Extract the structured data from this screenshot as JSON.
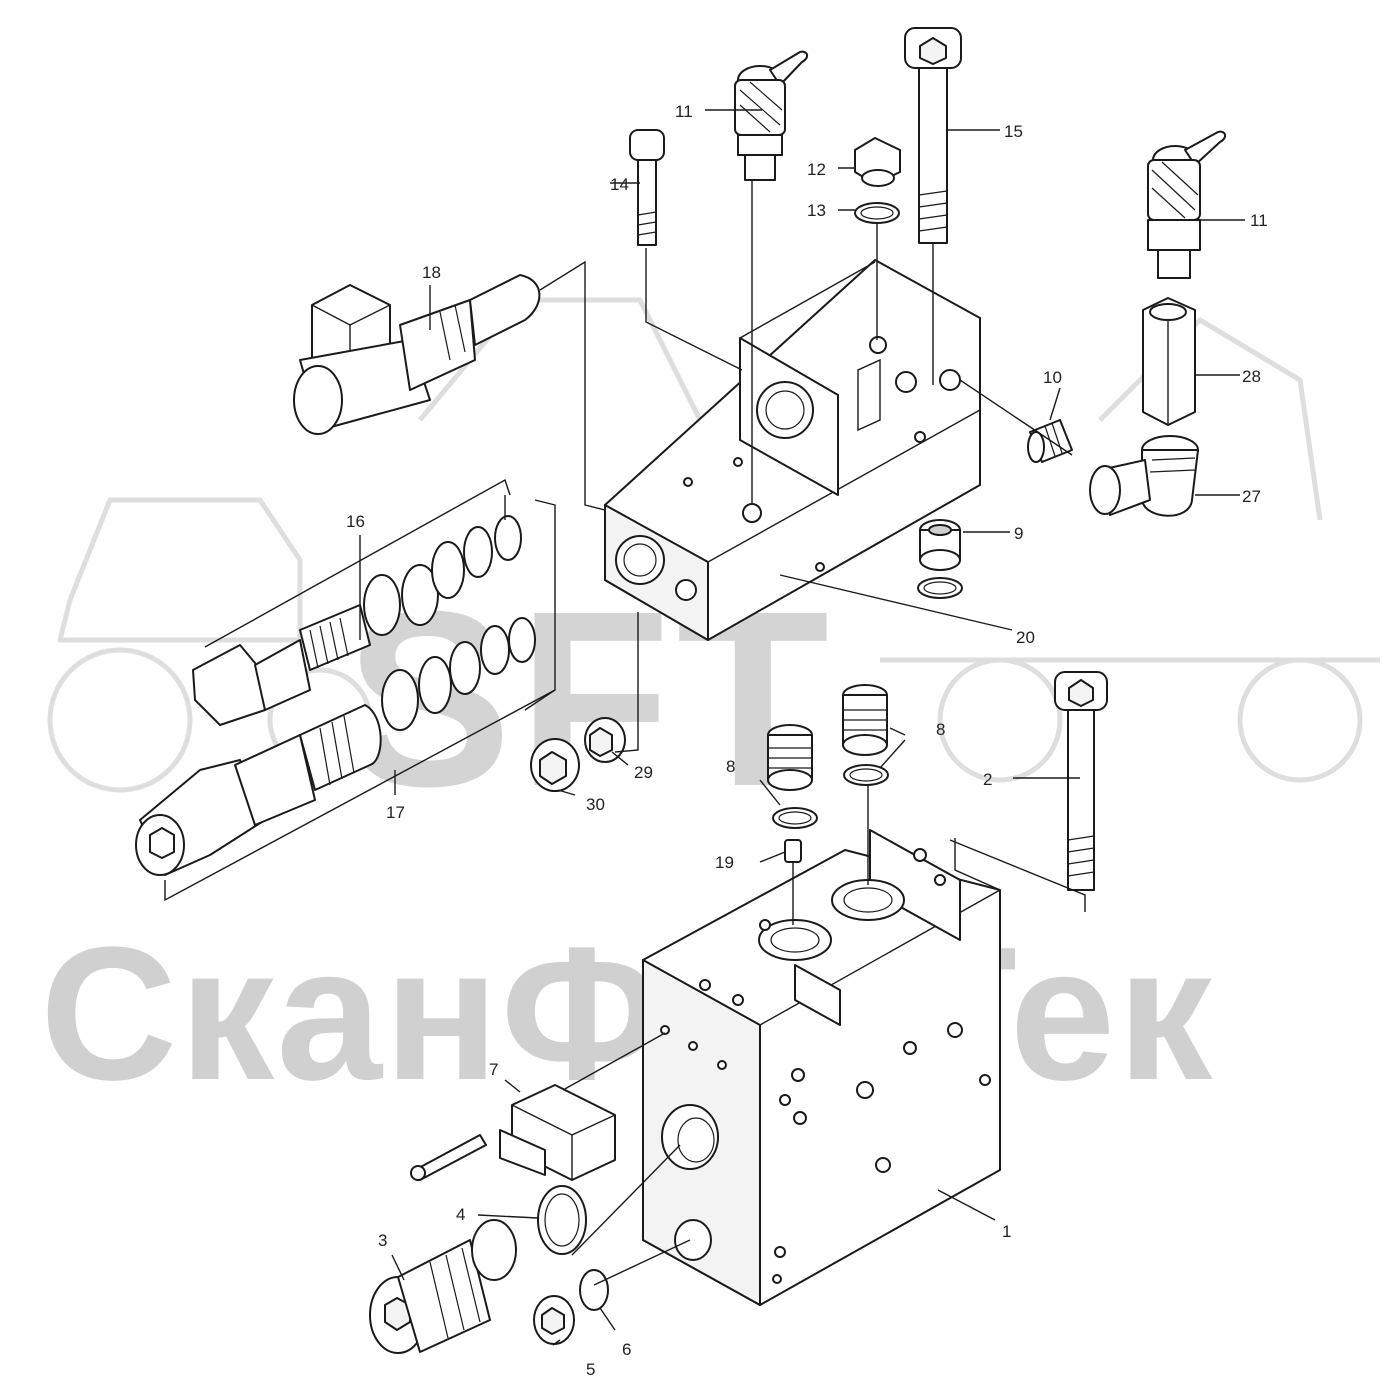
{
  "watermark": {
    "logo": "SFT",
    "brand": "СканФорТек"
  },
  "callouts": {
    "c1": "1",
    "c2": "2",
    "c3": "3",
    "c4": "4",
    "c5": "5",
    "c6": "6",
    "c7": "7",
    "c8a": "8",
    "c8b": "8",
    "c9": "9",
    "c10": "10",
    "c11a": "11",
    "c11b": "11",
    "c12": "12",
    "c13": "13",
    "c14": "14",
    "c15": "15",
    "c16": "16",
    "c17": "17",
    "c18": "18",
    "c19": "19",
    "c20": "20",
    "c27": "27",
    "c28": "28",
    "c29": "29",
    "c30": "30"
  }
}
